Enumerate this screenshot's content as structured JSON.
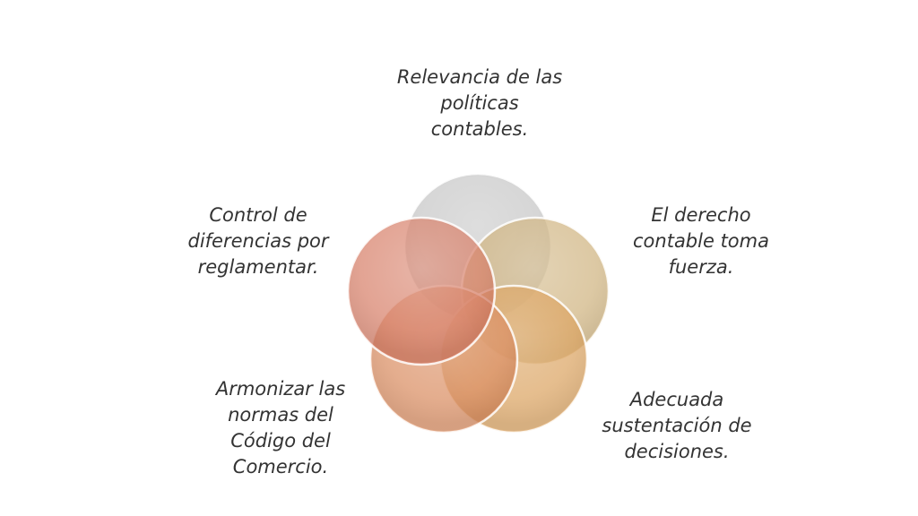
{
  "diagram": {
    "labels": {
      "top": "Relevancia de las\npolíticas\ncontables.",
      "right": "El derecho\ncontable toma\nfuerza.",
      "bottom_right": "Adecuada\nsustentación de\ndecisiones.",
      "bottom_left": "Armonizar las\nnormas del\nCódigo del\nComercio.",
      "left": "Control de\ndiferencias por\nreglamentar."
    },
    "circles": [
      {
        "name": "circle-top",
        "color": "#c4c4c4"
      },
      {
        "name": "circle-right",
        "color": "#cdb07a"
      },
      {
        "name": "circle-bottom-right",
        "color": "#d9a05a"
      },
      {
        "name": "circle-bottom-left",
        "color": "#d8885a"
      },
      {
        "name": "circle-left",
        "color": "#d67a62"
      }
    ],
    "text_color": "#333333"
  }
}
